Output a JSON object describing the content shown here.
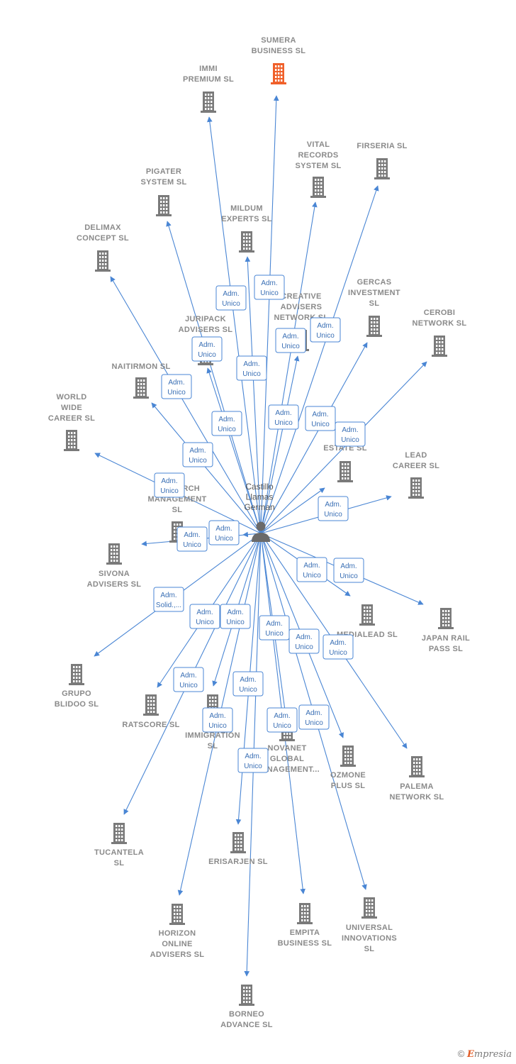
{
  "colors": {
    "edge": "#4a86d4",
    "building": "#7a7a7a",
    "building_highlight": "#f0602a",
    "label": "#8a8a8a",
    "role_border": "#4a86d4",
    "role_text": "#3a6fb5",
    "person": "#6a6a6a"
  },
  "center": {
    "name_lines": [
      "Castillo",
      "Llamas",
      "German"
    ],
    "icon": "person-icon"
  },
  "companies": [
    {
      "id": "sumera",
      "lines": [
        "SUMERA",
        "BUSINESS  SL"
      ],
      "highlight": true
    },
    {
      "id": "immi",
      "lines": [
        "IMMI",
        "PREMIUM  SL"
      ]
    },
    {
      "id": "vital",
      "lines": [
        "VITAL",
        "RECORDS",
        "SYSTEM  SL"
      ]
    },
    {
      "id": "firseria",
      "lines": [
        "FIRSERIA SL"
      ]
    },
    {
      "id": "pigater",
      "lines": [
        "PIGATER",
        "SYSTEM  SL"
      ]
    },
    {
      "id": "mildum",
      "lines": [
        "MILDUM",
        "EXPERTS  SL"
      ]
    },
    {
      "id": "delimax",
      "lines": [
        "DELIMAX",
        "CONCEPT  SL"
      ]
    },
    {
      "id": "creative",
      "lines": [
        "CREATIVE",
        "ADVISERS",
        "NETWORK  SL"
      ]
    },
    {
      "id": "gercas",
      "lines": [
        "GERCAS",
        "INVESTMENT",
        "SL"
      ]
    },
    {
      "id": "cerobi",
      "lines": [
        "CEROBI",
        "NETWORK  SL"
      ]
    },
    {
      "id": "juripack",
      "lines": [
        "JURIPACK",
        "ADVISERS  SL"
      ]
    },
    {
      "id": "naitirmon",
      "lines": [
        "NAITIRMON  SL"
      ]
    },
    {
      "id": "world",
      "lines": [
        "WORLD",
        "WIDE",
        "CAREER  SL"
      ]
    },
    {
      "id": "goestate",
      "lines": [
        "GO...",
        "ESTATE  SL"
      ]
    },
    {
      "id": "lead",
      "lines": [
        "LEAD",
        "CAREER  SL"
      ]
    },
    {
      "id": "research",
      "lines": [
        "RESEARCH",
        "MANAGEMENT",
        "SL"
      ]
    },
    {
      "id": "sivona",
      "lines": [
        "SIVONA",
        "ADVISERS  SL"
      ]
    },
    {
      "id": "medialead",
      "lines": [
        "MEDIALEAD  SL"
      ]
    },
    {
      "id": "japan",
      "lines": [
        "JAPAN RAIL",
        "PASS  SL"
      ]
    },
    {
      "id": "grupo",
      "lines": [
        "GRUPO",
        "BLIDOO SL"
      ]
    },
    {
      "id": "ratscore",
      "lines": [
        "RATSCORE  SL"
      ]
    },
    {
      "id": "immigration",
      "lines": [
        "O...",
        "IMMIGRATION",
        "SL"
      ]
    },
    {
      "id": "novanet",
      "lines": [
        "NOVANET",
        "GLOBAL",
        "MANAGEMENT..."
      ]
    },
    {
      "id": "ozmone",
      "lines": [
        "OZMONE",
        "PLUS  SL"
      ]
    },
    {
      "id": "palema",
      "lines": [
        "PALEMA",
        "NETWORK  SL"
      ]
    },
    {
      "id": "tucantela",
      "lines": [
        "TUCANTELA",
        "SL"
      ]
    },
    {
      "id": "erisarjen",
      "lines": [
        "ERISARJEN  SL"
      ]
    },
    {
      "id": "horizon",
      "lines": [
        "HORIZON",
        "ONLINE",
        "ADVISERS  SL"
      ]
    },
    {
      "id": "empita",
      "lines": [
        "EMPITA",
        "BUSINESS  SL"
      ]
    },
    {
      "id": "universal",
      "lines": [
        "UNIVERSAL",
        "INNOVATIONS",
        "SL"
      ]
    },
    {
      "id": "borneo",
      "lines": [
        "BORNEO",
        "ADVANCE  SL"
      ]
    }
  ],
  "roles": [
    {
      "company": "sumera",
      "lines": [
        "Adm.",
        "Unico"
      ]
    },
    {
      "company": "immi",
      "lines": [
        "Adm.",
        "Unico"
      ]
    },
    {
      "company": "vital",
      "lines": [
        "Adm.",
        "Unico"
      ]
    },
    {
      "company": "firseria",
      "lines": [
        "Adm.",
        "Unico"
      ]
    },
    {
      "company": "pigater",
      "lines": [
        "Adm.",
        "Unico"
      ]
    },
    {
      "company": "mildum",
      "lines": [
        "Adm.",
        "Unico"
      ]
    },
    {
      "company": "delimax",
      "lines": [
        "Adm.",
        "Unico"
      ]
    },
    {
      "company": "creative",
      "lines": [
        "Adm.",
        "Unico"
      ]
    },
    {
      "company": "gercas",
      "lines": [
        "Adm.",
        "Unico"
      ]
    },
    {
      "company": "cerobi",
      "lines": [
        "Adm.",
        "Unico"
      ]
    },
    {
      "company": "juripack",
      "lines": [
        "Adm.",
        "Unico"
      ]
    },
    {
      "company": "naitirmon",
      "lines": [
        "Adm.",
        "Unico"
      ]
    },
    {
      "company": "world",
      "lines": [
        "Adm.",
        "Unico"
      ]
    },
    {
      "company": "goestate",
      "lines": [
        "Adm.",
        "Unico"
      ]
    },
    {
      "company": "lead",
      "lines": [
        "Adm.",
        "Unico"
      ]
    },
    {
      "company": "research",
      "lines": [
        "Adm.",
        "Unico"
      ]
    },
    {
      "company": "sivona",
      "lines": [
        "Adm.",
        "Unico"
      ]
    },
    {
      "company": "medialead",
      "lines": [
        "Adm.",
        "Unico"
      ]
    },
    {
      "company": "japan",
      "lines": [
        "Adm.",
        "Unico"
      ]
    },
    {
      "company": "grupo",
      "lines": [
        "Adm.",
        "Solid.,..."
      ]
    },
    {
      "company": "ratscore",
      "lines": [
        "Adm.",
        "Unico"
      ]
    },
    {
      "company": "immigration",
      "lines": [
        "Adm.",
        "Unico"
      ]
    },
    {
      "company": "novanet",
      "lines": [
        "Adm.",
        "Unico"
      ]
    },
    {
      "company": "ozmone",
      "lines": [
        "Adm.",
        "Unico"
      ]
    },
    {
      "company": "palema",
      "lines": [
        "Adm.",
        "Unico"
      ]
    },
    {
      "company": "tucantela",
      "lines": [
        "Adm.",
        "Unico"
      ]
    },
    {
      "company": "erisarjen",
      "lines": [
        "Adm.",
        "Unico"
      ]
    },
    {
      "company": "horizon",
      "lines": [
        "Adm.",
        "Unico"
      ]
    },
    {
      "company": "empita",
      "lines": [
        "Adm.",
        "Unico"
      ]
    },
    {
      "company": "universal",
      "lines": [
        "Adm.",
        "Unico"
      ]
    },
    {
      "company": "borneo",
      "lines": [
        "Adm.",
        "Unico"
      ]
    }
  ],
  "footer": {
    "copyright": "©",
    "brand_initial": "E",
    "brand_rest": "mpresia"
  }
}
